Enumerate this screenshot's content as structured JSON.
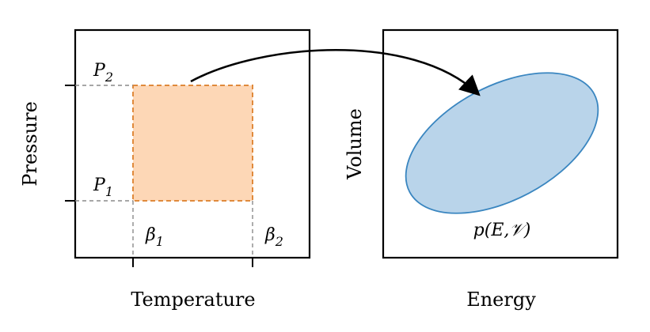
{
  "left_panel": {
    "x_axis_label": "Temperature",
    "y_axis_label": "Pressure",
    "p_low": {
      "base": "P",
      "sub": "1"
    },
    "p_high": {
      "base": "P",
      "sub": "2"
    },
    "beta_low": {
      "base": "β",
      "sub": "1"
    },
    "beta_high": {
      "base": "β",
      "sub": "2"
    },
    "region_fill": "#fdd7b6",
    "region_stroke": "#e08a3c"
  },
  "right_panel": {
    "x_axis_label": "Energy",
    "y_axis_label": "Volume",
    "distribution_label": "p(E,𝒱)",
    "ellipse_fill": "#b9d4ea",
    "ellipse_stroke": "#3a86c0"
  },
  "colors": {
    "guide_lines": "#8a8a8a",
    "frame": "#000000",
    "arrow": "#000000"
  }
}
